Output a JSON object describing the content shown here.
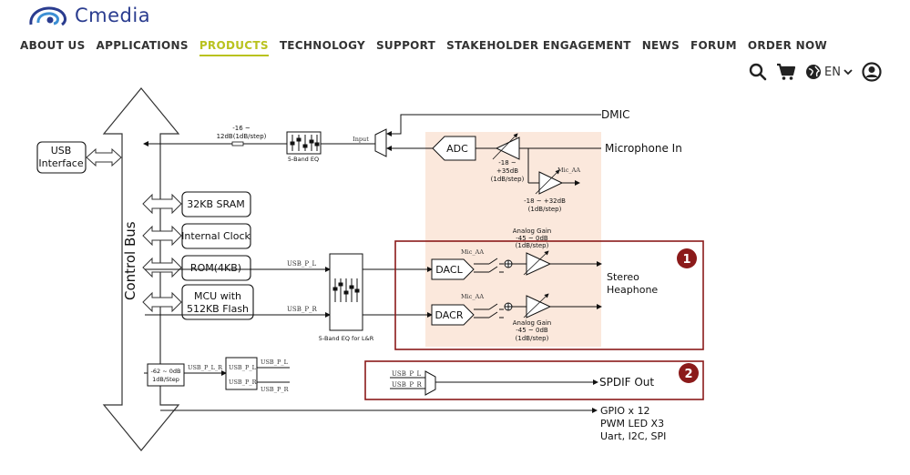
{
  "header": {
    "logo_text": "Cmedia",
    "nav": [
      {
        "label": "ABOUT US",
        "active": false
      },
      {
        "label": "APPLICATIONS",
        "active": false
      },
      {
        "label": "PRODUCTS",
        "active": true
      },
      {
        "label": "TECHNOLOGY",
        "active": false
      },
      {
        "label": "SUPPORT",
        "active": false
      },
      {
        "label": "STAKEHOLDER ENGAGEMENT",
        "active": false
      },
      {
        "label": "NEWS",
        "active": false
      },
      {
        "label": "FORUM",
        "active": false
      },
      {
        "label": "ORDER NOW",
        "active": false
      }
    ],
    "utilities": {
      "search_icon": "search-icon",
      "cart_icon": "cart-icon",
      "language_icon": "globe-icon",
      "language": "EN",
      "account_icon": "user-icon"
    },
    "accent_color": "#b9c21e",
    "brand_color": "#2a3c8f"
  },
  "diagram": {
    "control_bus": "Control Bus",
    "usb_interface": [
      "USB",
      "Interface"
    ],
    "memory_blocks": [
      "32KB SRAM",
      "Internal Clock",
      "ROM(4KB)",
      "MCU with",
      "512KB Flash"
    ],
    "top_gain": [
      "-16 ~",
      "12dB(1dB/step)"
    ],
    "eq_label": "5-Band EQ",
    "input_label": "Input",
    "adc_label": "ADC",
    "adc_gain": [
      "-18 ~",
      "+35dB",
      "(1dB/step)"
    ],
    "mic_aa": "Mic_AA",
    "mic_gain": [
      "-18 ~ +32dB",
      "(1dB/step)"
    ],
    "dmic": "DMIC",
    "microphone_in": "Microphone In",
    "usb_p_l": "USB_P_L",
    "usb_p_r": "USB_P_R",
    "usb_p_l_r": "USB_P_L_R",
    "eq_lr_label": "5-Band EQ for L&R",
    "dacl": "DACL",
    "dacr": "DACR",
    "analog_gain_top": [
      "Analog Gain",
      "-45 ~ 0dB",
      "(1dB/step)"
    ],
    "analog_gain_bottom": [
      "Analog Gain",
      "-45 ~ 0dB",
      "(1dB/step)"
    ],
    "stereo_headphone": [
      "Stereo",
      "Heaphone"
    ],
    "badge_1": "1",
    "badge_2": "2",
    "spdif_out": "SPDIF Out",
    "vol_box": [
      "-62 ~ 0dB",
      "1dB/Step"
    ],
    "gpio": [
      "GPIO x 12",
      "PWM LED X3",
      "Uart, I2C, SPI"
    ],
    "highlight_color": "#fbe8dc",
    "badge_color": "#8b1a1a"
  }
}
